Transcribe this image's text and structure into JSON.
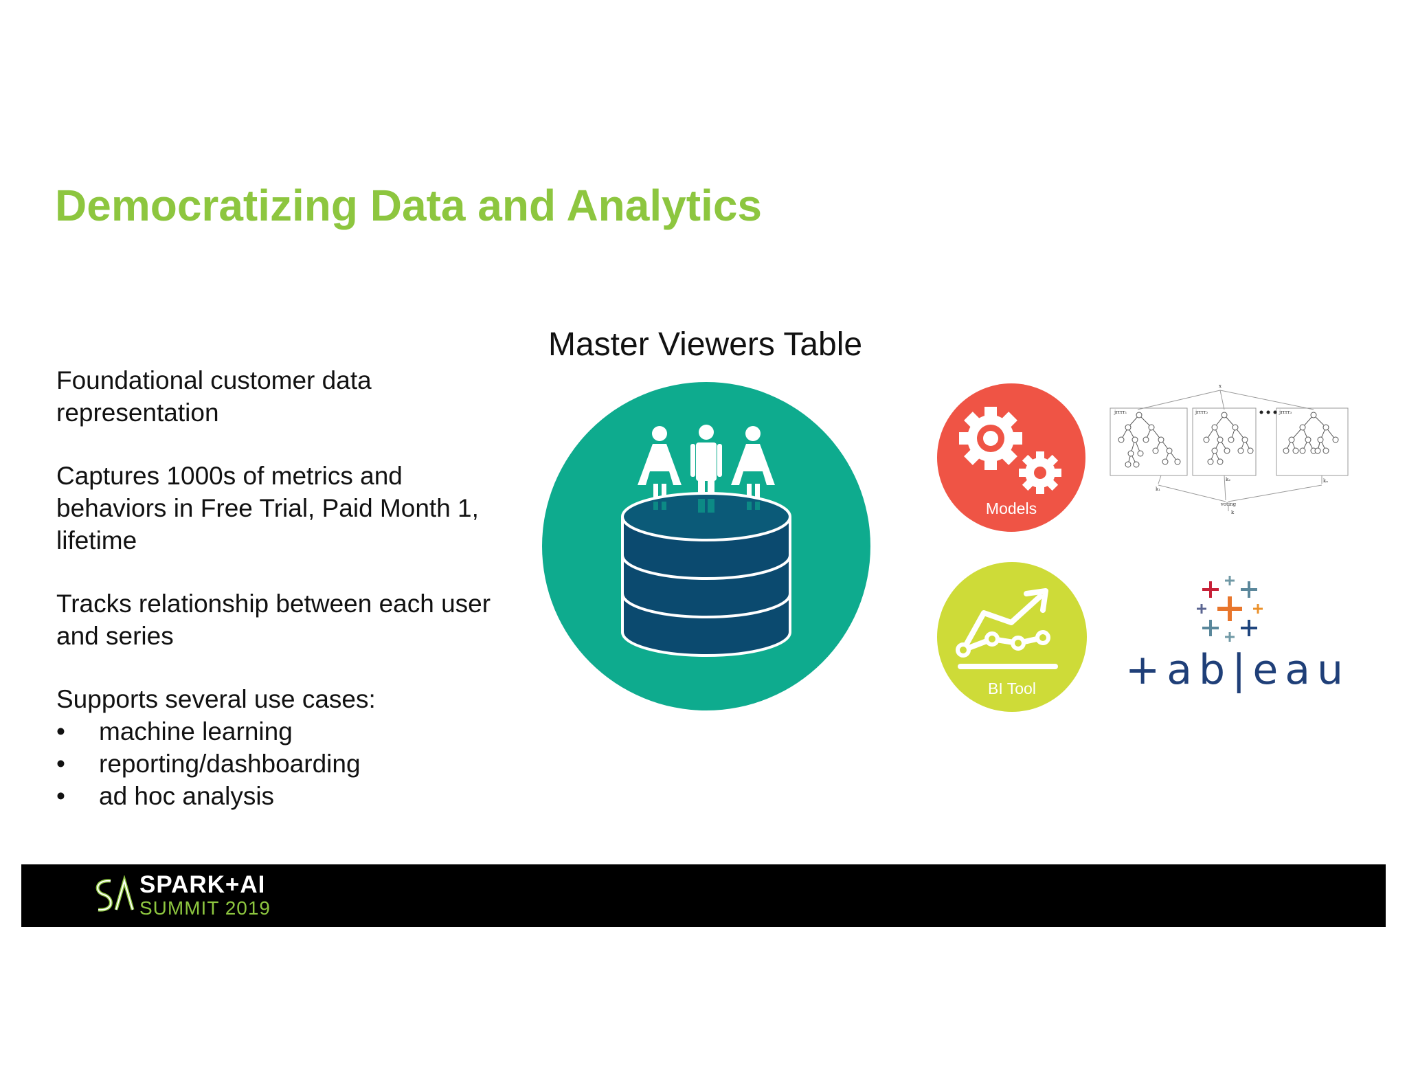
{
  "slide": {
    "title": "Democratizing Data and Analytics",
    "body": {
      "paragraphs": [
        "Foundational customer data representation",
        "Captures 1000s of metrics and behaviors in Free Trial, Paid Month 1, lifetime",
        "Tracks relationship between each user and series",
        "Supports several use cases:"
      ],
      "bullet_char": "•",
      "use_cases": [
        "machine learning",
        "reporting/dashboarding",
        "ad hoc analysis"
      ]
    },
    "diagram": {
      "title": "Master Viewers Table",
      "models_label": "Models",
      "bi_label": "BI Tool",
      "tableau_wordmark": "+ab|eau",
      "tree_labels": {
        "tree1": "jrrrr₁",
        "tree2": "jrrrr₂",
        "tree3": "jrrrr₃",
        "voting": "voting",
        "k1": "k₁",
        "k2": "k₂",
        "kn": "kₙ",
        "k": "k",
        "x": "x"
      },
      "colors": {
        "database_circle": "#0eab8e",
        "database_body": "#0b4a6f",
        "models_circle": "#ef5445",
        "bi_circle": "#cedb38",
        "title_green": "#8dc63f",
        "tableau_blue": "#1f3f78"
      },
      "icons": {
        "database": "database-with-people-icon",
        "models": "gears-icon",
        "bi": "trend-chart-icon",
        "tree": "random-forest-diagram",
        "tableau": "tableau-logo"
      }
    },
    "footer": {
      "logo_line1": "SPARK+AI",
      "logo_line2": "SUMMIT 2019"
    }
  }
}
